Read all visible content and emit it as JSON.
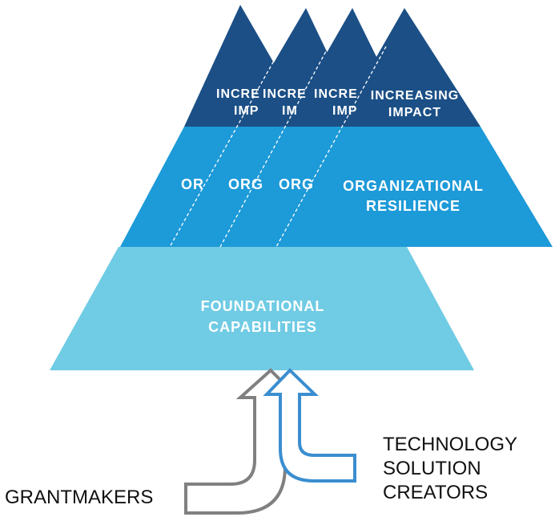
{
  "pyramids": {
    "back": [
      {
        "top_partial": "INCRE",
        "top_partial_2": "IMP",
        "mid_partial": "OR"
      },
      {
        "top_partial": "INCRE",
        "top_partial_2": "IM",
        "mid_partial": "ORG"
      },
      {
        "top_partial": "INCRE",
        "top_partial_2": "IMP",
        "mid_partial": "ORG"
      }
    ],
    "front": {
      "top_line1": "INCREASING",
      "top_line2": "IMPACT",
      "mid_line1": "ORGANIZATIONAL",
      "mid_line2": "RESILIENCE"
    },
    "base": {
      "line1": "FOUNDATIONAL",
      "line2": "CAPABILITIES"
    }
  },
  "actors": {
    "left": "GRANTMAKERS",
    "right_line1": "TECHNOLOGY",
    "right_line2": "SOLUTION",
    "right_line3": "CREATORS"
  },
  "colors": {
    "top_tier": "#1b4f86",
    "middle_tier": "#1d9ad8",
    "base_tier": "#70cbe4",
    "grantmakers_arrow": "#808080",
    "tech_arrow": "#3a8ed0",
    "divider": "#ffffff"
  }
}
